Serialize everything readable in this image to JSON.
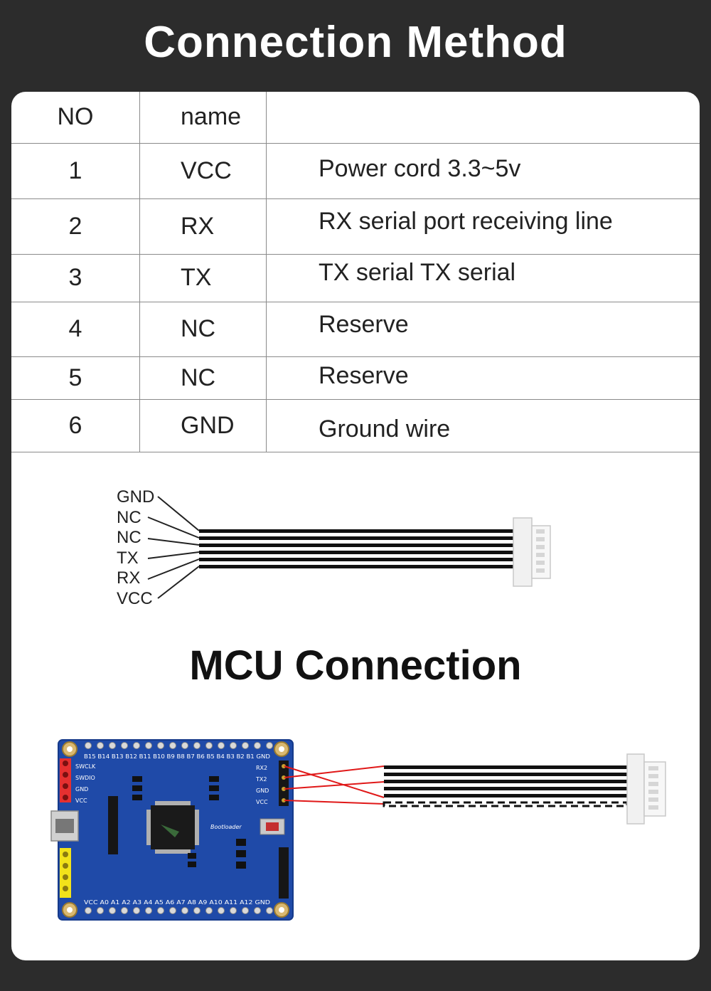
{
  "title": "Connection Method",
  "table": {
    "headers": [
      "NO",
      "name",
      ""
    ],
    "rows": [
      {
        "no": "1",
        "name": "VCC",
        "desc": "Power cord 3.3~5v"
      },
      {
        "no": "2",
        "name": "RX",
        "desc": "RX serial port receiving line"
      },
      {
        "no": "3",
        "name": "TX",
        "desc": "TX serial TX serial"
      },
      {
        "no": "4",
        "name": "NC",
        "desc": "Reserve"
      },
      {
        "no": "5",
        "name": "NC",
        "desc": "Reserve"
      },
      {
        "no": "6",
        "name": "GND",
        "desc": "Ground wire"
      }
    ]
  },
  "cable_labels": [
    "GND",
    "NC",
    "NC",
    "TX",
    "RX",
    "VCC"
  ],
  "mcu_title": "MCU Connection",
  "board": {
    "top_pins": "B15 B14 B13 B12 B11 B10 B9 B8 B7 B6 B5 B4 B3 B2 B1 GND",
    "left_labels": [
      "SWCLK",
      "SWDIO",
      "GND",
      "VCC"
    ],
    "right_labels": [
      "RX2",
      "TX2",
      "GND",
      "VCC"
    ],
    "chip_label": "Bootloader",
    "bottom_pins": "VCC A0 A1 A2 A3 A4 A5 A6 A7 A8 A9 A10 A11 A12 GND"
  },
  "colors": {
    "background": "#2c2c2c",
    "card": "#ffffff",
    "pcb": "#1f4aa8",
    "red_wire": "#e01818",
    "header_red": "#e53030",
    "header_yellow": "#f2e21a"
  }
}
